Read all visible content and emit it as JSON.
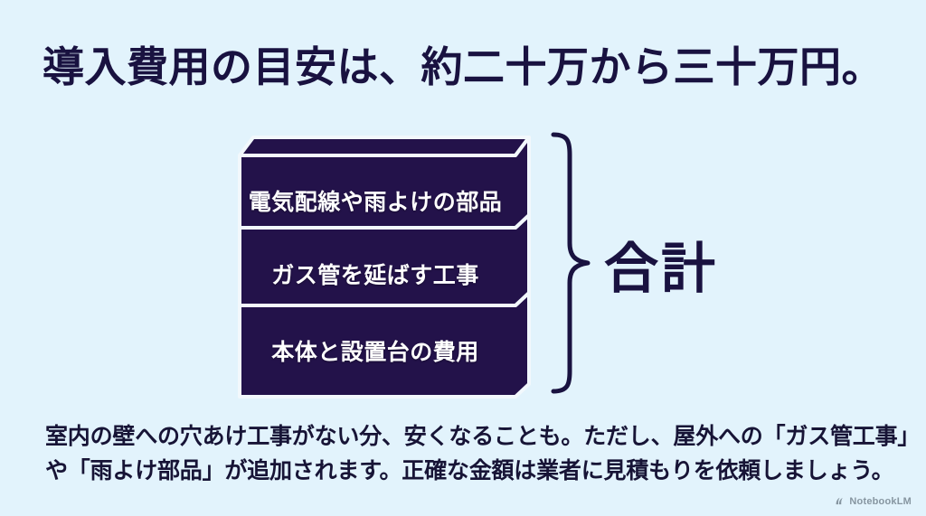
{
  "slide": {
    "background_color": "#e2f3fc",
    "ink_color": "#191240",
    "box_fill_color": "#23124a",
    "box_edge_color": "#f2f8fc"
  },
  "title": {
    "text": "導入費用の目安は、約二十万から三十万円。"
  },
  "diagram": {
    "type": "stacked-3d-boxes",
    "layers": [
      {
        "label": "電気配線や雨よけの部品"
      },
      {
        "label": "ガス管を延ばす工事"
      },
      {
        "label": "本体と設置台の費用"
      }
    ],
    "brace": {
      "icon": "curly-brace-right-icon"
    },
    "total_label": "合計"
  },
  "caption": {
    "lines": [
      "室内の壁への穴あけ工事がない分、安くなることも。ただし、屋外への「ガス管工事」",
      "や「雨よけ部品」が追加されます。正確な金額は業者に見積もりを依頼しましょう。"
    ]
  },
  "watermark": {
    "icon": "notebooklm-icon",
    "text": "NotebookLM"
  }
}
